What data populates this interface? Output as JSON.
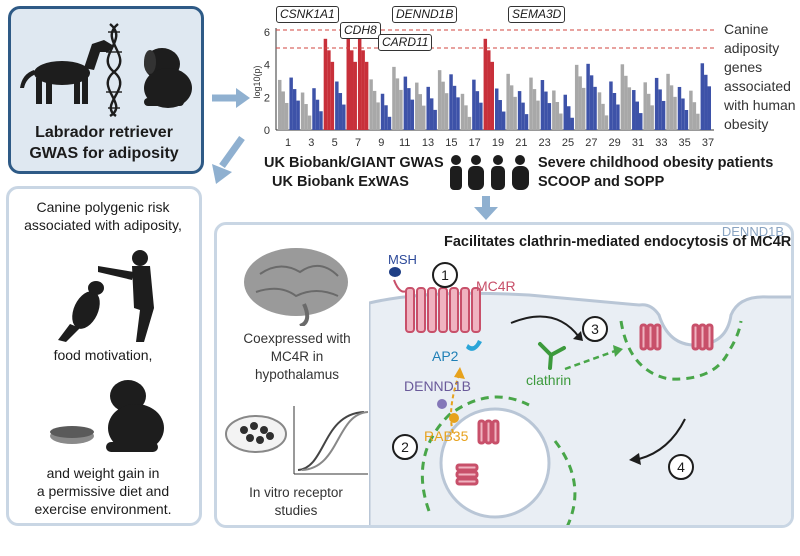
{
  "left_panel": {
    "title_line1": "Labrador retriever",
    "title_line2": "GWAS for adiposity"
  },
  "risk_panel": {
    "line1": "Canine polygenic risk",
    "line2": "associated with adiposity,",
    "food": "food motivation,",
    "wg1": "and weight gain in",
    "wg2": "a permissive diet and",
    "wg3": "exercise environment."
  },
  "manhattan": {
    "ylabel": "log10(p)",
    "yticks": [
      "0",
      "2",
      "4",
      "6"
    ],
    "xticks": [
      "1",
      "3",
      "5",
      "7",
      "9",
      "11",
      "13",
      "15",
      "17",
      "19",
      "21",
      "23",
      "25",
      "27",
      "29",
      "31",
      "33",
      "35",
      "37"
    ],
    "genes": [
      "CSNK1A1",
      "CDH8",
      "DENND1B",
      "CARD11",
      "SEMA3D"
    ],
    "note_lines": [
      "Canine",
      "adiposity",
      "genes",
      "associated",
      "with human",
      "obesity"
    ]
  },
  "human_row": {
    "left1": "UK Biobank/GIANT GWAS",
    "left2": "UK Biobank ExWAS",
    "right1": "Severe childhood obesity patients",
    "right2": "SCOOP and SOPP"
  },
  "dennd": {
    "tag": "DENND1B",
    "header": "Facilitates clathrin-mediated endocytosis of MC4R",
    "brain1": "Coexpressed with",
    "brain2": "MC4R in",
    "brain3": "hypothalamus",
    "vitro1": "In vitro receptor",
    "vitro2": "studies",
    "msh": "MSH",
    "mc4r": "MC4R",
    "ap2": "AP2",
    "dennd1b": "DENND1B",
    "rab35": "RAB35",
    "clathrin": "clathrin",
    "steps": [
      "1",
      "2",
      "3",
      "4"
    ]
  },
  "colors": {
    "navy": "#2e5a86",
    "light_blue": "#c9d6e4",
    "chr_blue": "#3d52a8",
    "chr_gray": "#a8a8a8",
    "red": "#c8303a",
    "green": "#3c9a3c",
    "pink": "#d96f86",
    "orange": "#e7a21d"
  }
}
